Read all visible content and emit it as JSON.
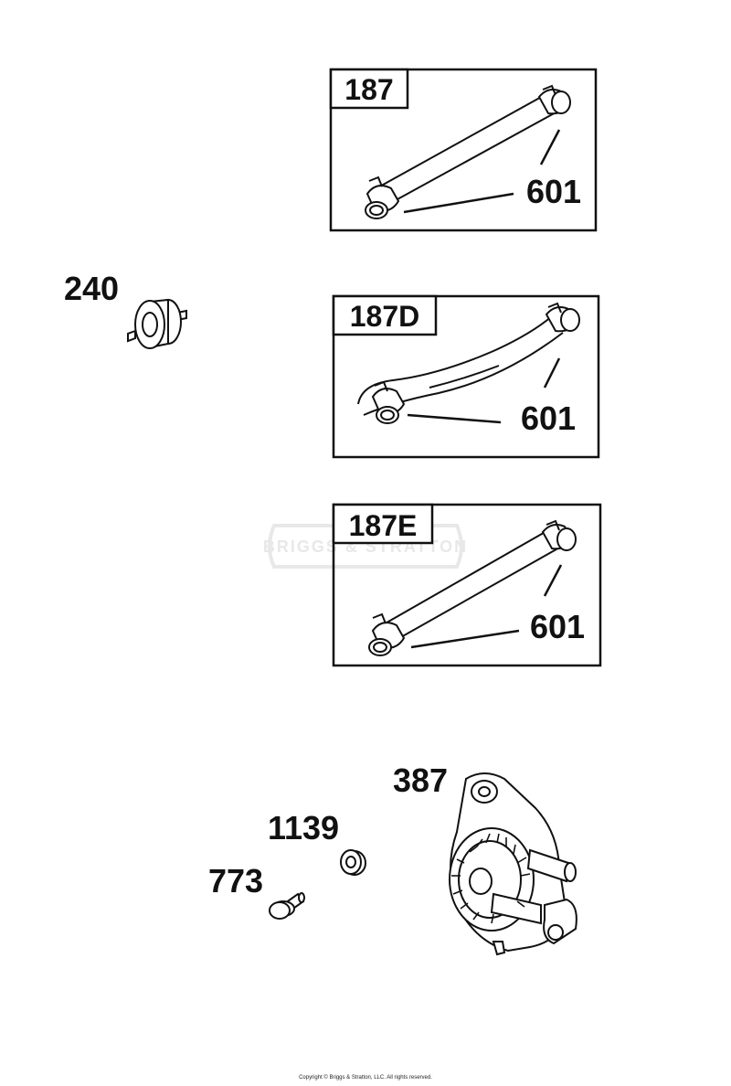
{
  "brand_watermark": "BRIGGS & STRATTON",
  "parts": {
    "hose_187": {
      "box_label": "187",
      "clamp_callout": "601"
    },
    "hose_187d": {
      "box_label": "187D",
      "clamp_callout": "601"
    },
    "hose_187e": {
      "box_label": "187E",
      "clamp_callout": "601"
    },
    "fuel_filter": {
      "callout": "240"
    },
    "fuel_pump": {
      "callout": "387"
    },
    "washer": {
      "callout": "1139"
    },
    "screw": {
      "callout": "773"
    }
  },
  "copyright": "Copyright © Briggs & Stratton, LLC. All rights reserved.",
  "colors": {
    "line": "#111111",
    "watermark": "#e6e6e6",
    "background": "#ffffff"
  }
}
